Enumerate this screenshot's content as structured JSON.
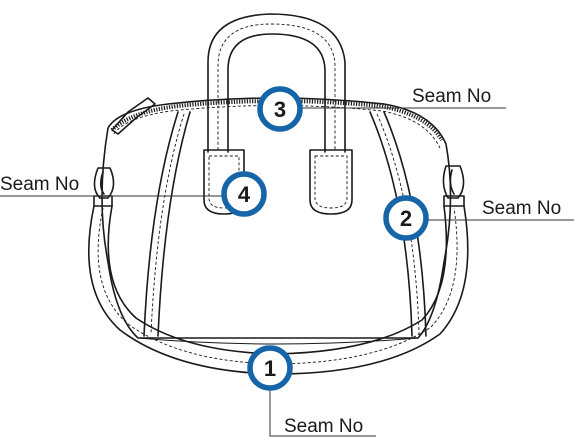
{
  "callouts": [
    {
      "number": "1",
      "label": "Seam No"
    },
    {
      "number": "2",
      "label": "Seam No"
    },
    {
      "number": "3",
      "label": "Seam No"
    },
    {
      "number": "4",
      "label": "Seam No"
    }
  ]
}
